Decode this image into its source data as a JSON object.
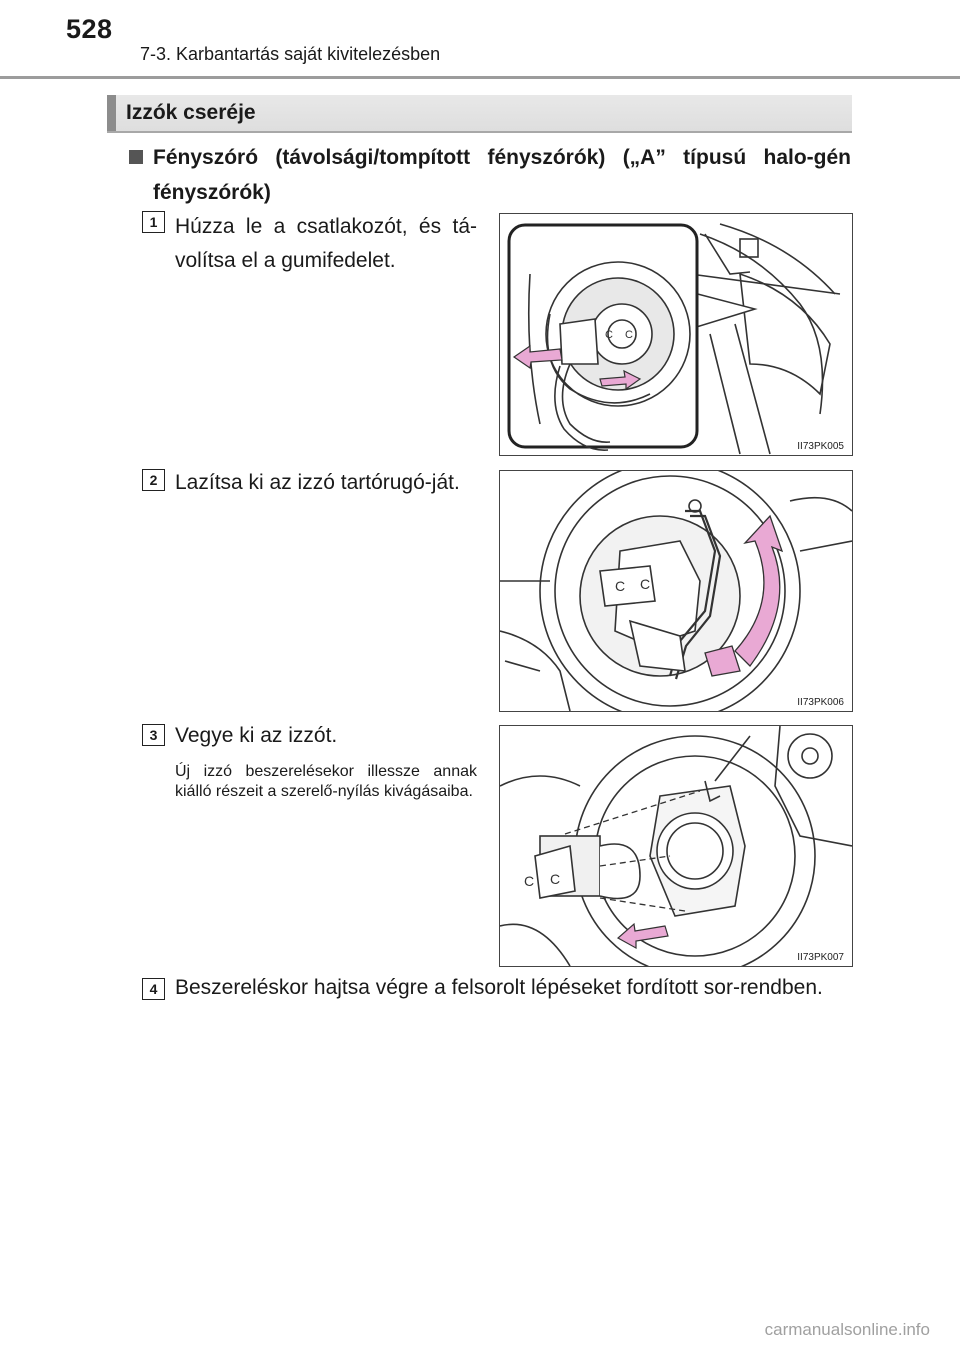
{
  "header": {
    "page_number": "528",
    "chapter": "7-3. Karbantartás saját kivitelezésben"
  },
  "section": {
    "title": "Izzók cseréje"
  },
  "subsection": {
    "title": "Fényszóró (távolsági/tompított fényszórók) („A” típusú halo-gén fényszórók)"
  },
  "steps": [
    {
      "number": "1",
      "text": "Húzza le a csatlakozót, és tá-volítsa el a gumifedelet.",
      "figure_code": "II73PK005"
    },
    {
      "number": "2",
      "text": "Lazítsa ki az izzó tartórugó-ját.",
      "figure_code": "II73PK006"
    },
    {
      "number": "3",
      "text": "Vegye ki az izzót.",
      "note": "Új izzó beszerelésekor illessze annak kiálló részeit a szerelő-nyílás kivágásaiba.",
      "figure_code": "II73PK007"
    },
    {
      "number": "4",
      "text": "Beszereléskor hajtsa végre a felsorolt lépéseket fordított sor-rendben."
    }
  ],
  "colors": {
    "arrow_fill": "#e9a9d4",
    "band_accent": "#8c8c8c"
  },
  "watermark": "carmanualsonline.info"
}
